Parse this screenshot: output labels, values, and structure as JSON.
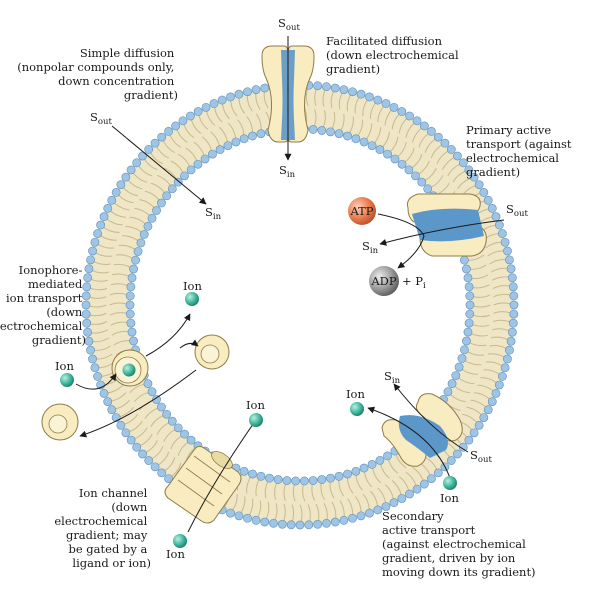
{
  "labels": {
    "simple_diffusion": [
      "Simple diffusion",
      "(nonpolar compounds only,",
      "down concentration",
      "gradient)"
    ],
    "facilitated_diffusion": [
      "Facilitated diffusion",
      "(down electrochemical",
      "gradient)"
    ],
    "primary_active": [
      "Primary active",
      "transport (against",
      "electrochemical",
      "gradient)"
    ],
    "ionophore": [
      "Ionophore-",
      "mediated",
      "ion transport",
      "(down",
      "electrochemical",
      "gradient)"
    ],
    "ion_channel": [
      "Ion channel",
      "(down",
      "electrochemical",
      "gradient; may",
      "be gated by a",
      "ligand or ion)"
    ],
    "secondary_active": [
      "Secondary",
      "active transport",
      "(against electrochemical",
      "gradient, driven by ion",
      "moving down its gradient)"
    ]
  },
  "species": {
    "s": "S",
    "out": "out",
    "in": "in",
    "ion": "Ion",
    "atp": "ATP",
    "adp": "ADP",
    "plus_p": "+ P",
    "i": "i"
  },
  "colors": {
    "headgroup": "#9ec4e6",
    "headgroup_stroke": "#5f8fb8",
    "tail": "#c9b98e",
    "membrane_fill": "#efe6c6",
    "protein": "#f8ecc0",
    "protein_stroke": "#8f7c48",
    "channel_blue": "#5b97c9",
    "ion_teal": "#3fb59c",
    "atp_orange": "#ea7a4c",
    "adp_gray": "#8e8e8e"
  }
}
